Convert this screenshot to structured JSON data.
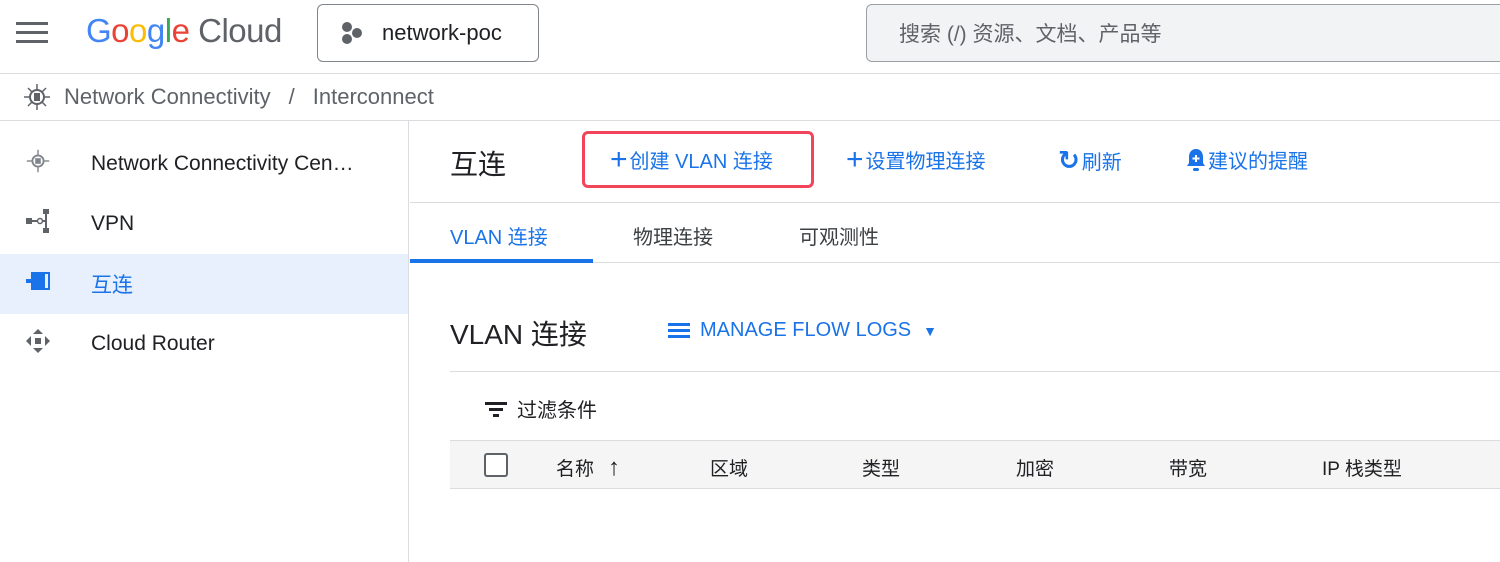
{
  "topbar": {
    "logo": "Google Cloud",
    "project": "network-poc",
    "search_placeholder": "搜索 (/) 资源、文档、产品等"
  },
  "breadcrumb": [
    "Network Connectivity",
    "/",
    "Interconnect"
  ],
  "sidebar": {
    "items": [
      {
        "label": "Network Connectivity Cen…",
        "icon": "hub-icon"
      },
      {
        "label": "VPN",
        "icon": "vpn-icon"
      },
      {
        "label": "互连",
        "icon": "interconnect-icon",
        "active": true
      },
      {
        "label": "Cloud Router",
        "icon": "router-icon"
      }
    ]
  },
  "header": {
    "title": "互连",
    "actions": [
      "创建 VLAN 连接",
      "设置物理连接",
      "刷新",
      "建议的提醒"
    ]
  },
  "tabs": [
    "VLAN 连接",
    "物理连接",
    "可观测性"
  ],
  "section": {
    "title": "VLAN 连接",
    "manage": "MANAGE FLOW LOGS",
    "filter": "过滤条件"
  },
  "table": {
    "columns": [
      "名称",
      "区域",
      "类型",
      "加密",
      "带宽",
      "IP 栈类型"
    ]
  },
  "colors": {
    "accent": "#1a73e8",
    "highlight": "#f2455c"
  }
}
